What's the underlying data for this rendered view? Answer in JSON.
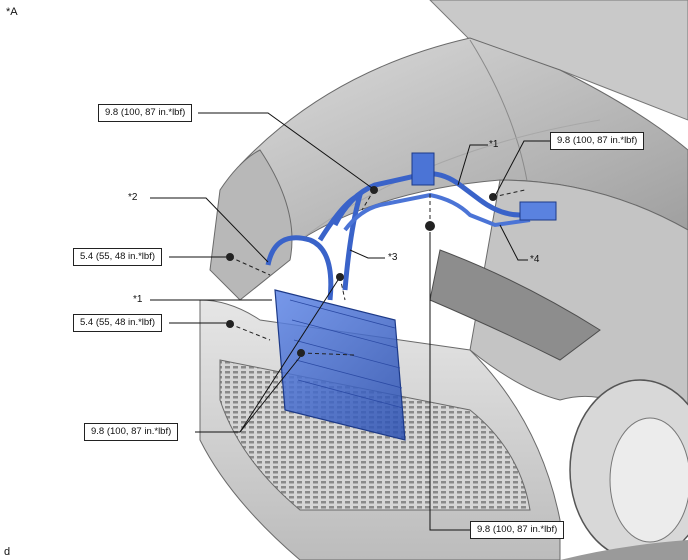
{
  "figure": {
    "view_label": "*A",
    "footer_label": "d"
  },
  "callouts": {
    "c1_top": "*1",
    "c2": "*2",
    "c3": "*3",
    "c4": "*4",
    "c1_left": "*1"
  },
  "torques": {
    "t_top_left": "9.8 (100, 87 in.*lbf)",
    "t_top_right": "9.8 (100, 87 in.*lbf)",
    "t_mid_left_upper": "5.4 (55, 48 in.*lbf)",
    "t_mid_left_lower": "5.4 (55, 48 in.*lbf)",
    "t_bottom_left": "9.8 (100, 87 in.*lbf)",
    "t_bottom_right": "9.8 (100, 87 in.*lbf)"
  },
  "colors": {
    "body_gray": "#c8c8c8",
    "part_blue": "#3a63c9",
    "outline": "#5a5a5a"
  }
}
